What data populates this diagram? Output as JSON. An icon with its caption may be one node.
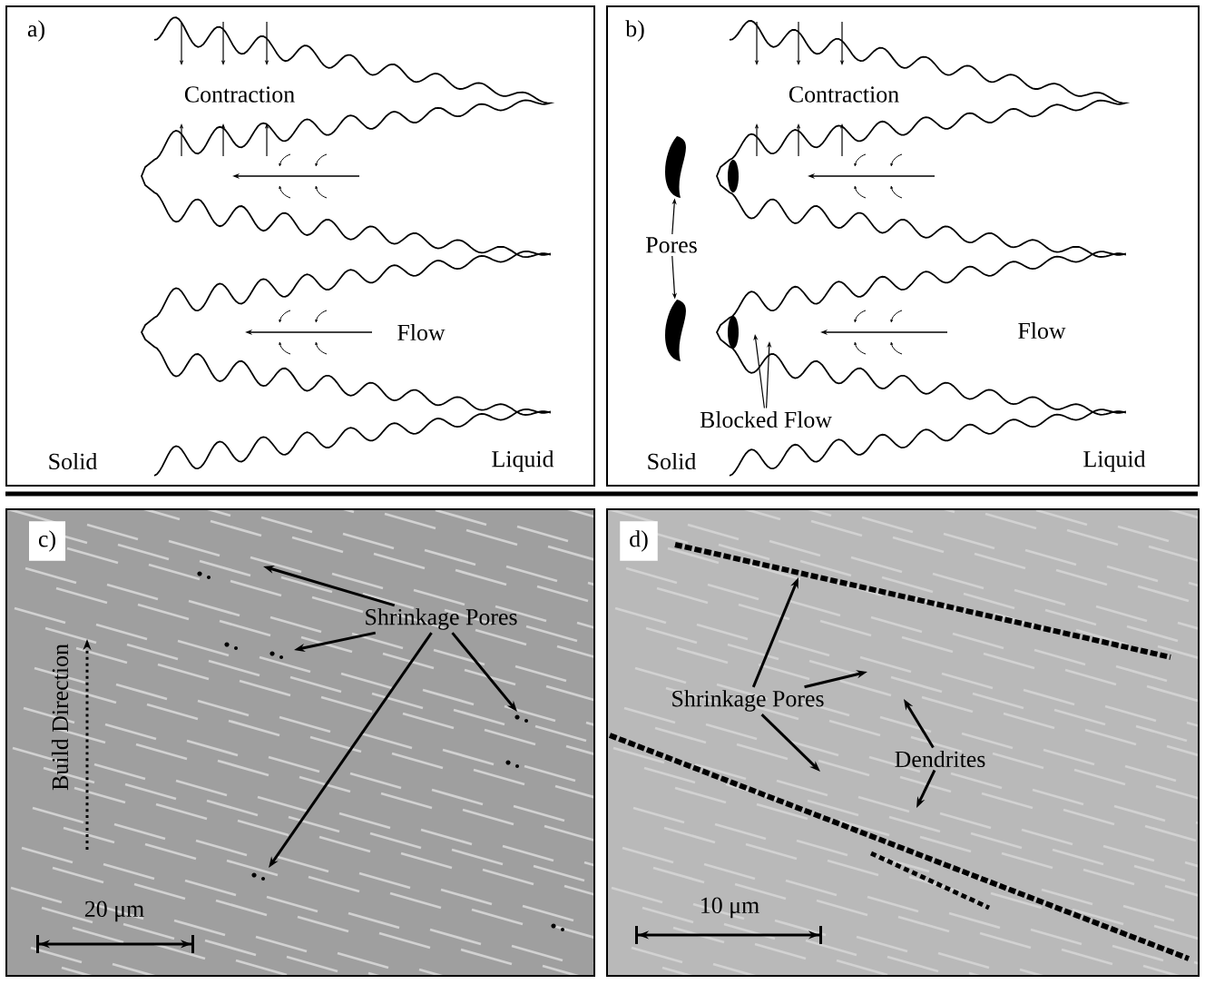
{
  "diagram": {
    "nodes": [
      {
        "text": [
          "a)"
        ]
      },
      {
        "text": [
          "b)"
        ]
      },
      {
        "text": [
          "c)"
        ]
      },
      {
        "text": [
          "d)"
        ]
      },
      {
        "text": [
          "Pores"
        ],
        "in": 1
      },
      {
        "text": [],
        "shape": "picture",
        "in": 1
      },
      {
        "text": [],
        "shape": "picture",
        "in": 1
      },
      {
        "text": [
          "Blocked Flow"
        ],
        "in": 1
      },
      {
        "text": [
          "Shrinkage Pores"
        ],
        "in": 2
      },
      {
        "text": [
          "Shrinkage Pores"
        ],
        "in": 3
      },
      {
        "text": [
          "Dendrites"
        ],
        "in": 3
      }
    ],
    "edges": [
      {
        "from": 4,
        "to": 5,
        "arrow": "to"
      },
      {
        "from": 4,
        "to": 6,
        "arrow": "to"
      },
      {
        "from": 7,
        "to": null,
        "arrow": "to"
      },
      {
        "from": 7,
        "to": null,
        "arrow": "to"
      },
      {
        "from": 8,
        "to": null,
        "arrow": "to"
      },
      {
        "from": 8,
        "to": null,
        "arrow": "to"
      },
      {
        "from": 8,
        "to": null,
        "arrow": "to"
      },
      {
        "from": 8,
        "to": null,
        "arrow": "to"
      },
      {
        "from": 9,
        "to": null,
        "arrow": "to"
      },
      {
        "from": 9,
        "to": null,
        "arrow": "to"
      },
      {
        "from": 9,
        "to": null,
        "arrow": "to"
      },
      {
        "from": 10,
        "to": null,
        "arrow": "to"
      },
      {
        "from": 10,
        "to": null,
        "arrow": "to"
      }
    ],
    "labels": [
      "Contraction",
      "Flow",
      "Solid",
      "Liquid",
      "Contraction",
      "Flow",
      "Solid",
      "Liquid",
      "Build Direction",
      "20 μm",
      "10 μm"
    ]
  }
}
